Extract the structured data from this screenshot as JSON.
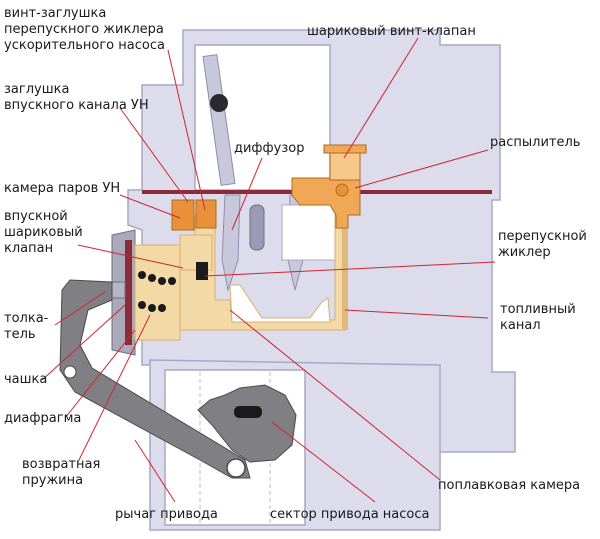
{
  "labels": {
    "bypass_screw_plug": [
      "винт-заглушка",
      "перепускного жиклера",
      "ускорительного насоса"
    ],
    "ball_screw_valve": [
      "шариковый винт-клапан"
    ],
    "intake_channel_plug": [
      "заглушка",
      "впускного канала УН"
    ],
    "diffuser": [
      "диффузор"
    ],
    "sprayer": [
      "распылитель"
    ],
    "vapor_chamber": [
      "камера паров УН"
    ],
    "intake_ball_valve": [
      "впускной",
      "шариковый",
      "клапан"
    ],
    "bypass_jet": [
      "перепускной",
      "жиклер"
    ],
    "pusher": [
      "толка-",
      "тель"
    ],
    "fuel_channel": [
      "топливный",
      "канал"
    ],
    "cup": [
      "чашка"
    ],
    "diaphragm": [
      "диафрагма"
    ],
    "return_spring": [
      "возвратная",
      "пружина"
    ],
    "float_chamber": [
      "поплавковая камера"
    ],
    "drive_lever": [
      "рычаг привода"
    ],
    "pump_drive_sector": [
      "сектор привода насоса"
    ]
  },
  "colors": {
    "body": "#dcdcec",
    "body_outline": "#a8a8c4",
    "fuel": "#f3d9a6",
    "fuel_dark": "#e8913a",
    "leader": "#d0262e",
    "gasket": "#8b2a3a",
    "lever": "#7f7f84",
    "lever_outline": "#4a4a4e"
  }
}
